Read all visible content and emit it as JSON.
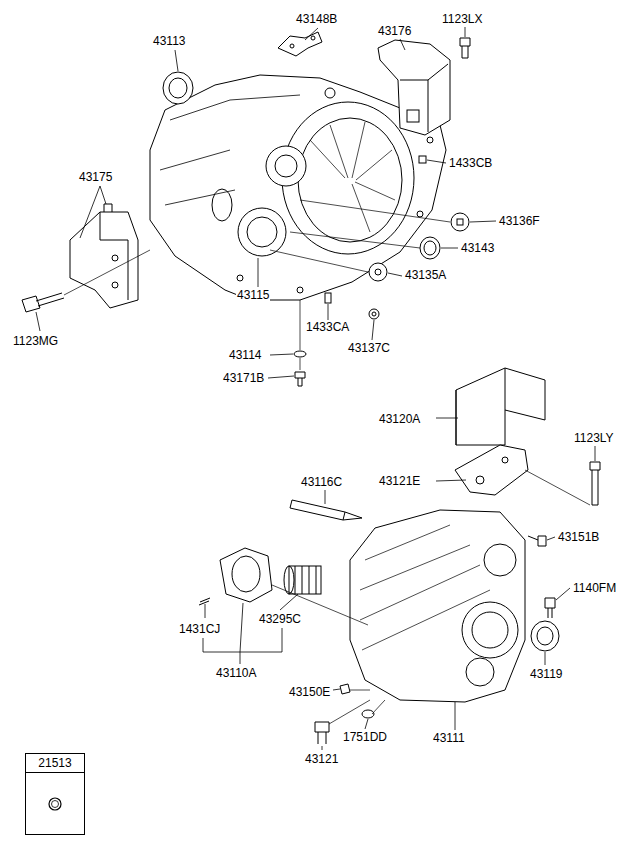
{
  "diagram": {
    "nodes": [
      {
        "text": [
          "21513"
        ]
      }
    ],
    "labels": [
      "43148B",
      "1123LX",
      "43176",
      "43113",
      "1433CB",
      "43175",
      "43136F",
      "43143",
      "43135A",
      "43115",
      "1433CA",
      "1123MG",
      "43137C",
      "43114",
      "43171B",
      "43120A",
      "1123LY",
      "43121E",
      "43116C",
      "43151B",
      "1140FM",
      "43295C",
      "1431CJ",
      "43110A",
      "43119",
      "43150E",
      "1751DD",
      "43111",
      "43121"
    ]
  }
}
